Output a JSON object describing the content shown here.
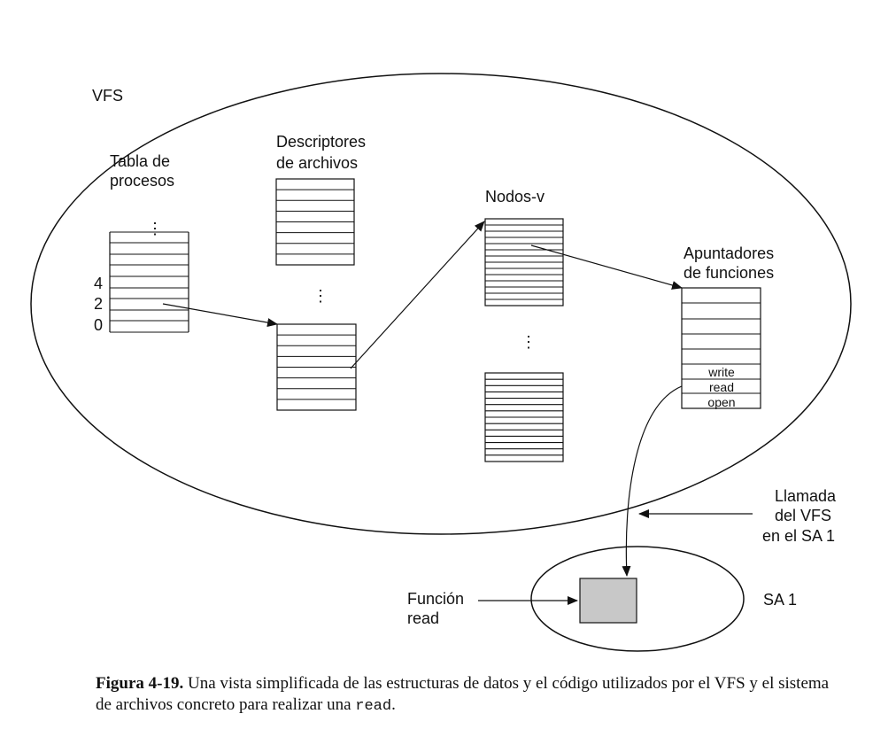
{
  "labels": {
    "vfs": "VFS",
    "process_table": [
      "Tabla de",
      "procesos"
    ],
    "file_descriptors": [
      "Descriptores",
      "de archivos"
    ],
    "vnodes": "Nodos-v",
    "function_pointers": [
      "Apuntadores",
      "de funciones"
    ],
    "index_4": "4",
    "index_2": "2",
    "index_0": "0",
    "ellipsis": "⋮",
    "fn_write": "write",
    "fn_read": "read",
    "fn_open": "open",
    "vfs_call": [
      "Llamada",
      "del VFS",
      "en el SA 1"
    ],
    "read_function": [
      "Función",
      "read"
    ],
    "fs1": "SA 1"
  },
  "caption": {
    "figure": "Figura 4-19.",
    "text_1": "Una vista simplificada de las estructuras de datos y el código utilizados por el VFS y el sistema de archivos concreto para realizar una",
    "code": "read",
    "text_2": "."
  },
  "colors": {
    "function_box": "#c8c8c8",
    "ink": "#111111"
  }
}
